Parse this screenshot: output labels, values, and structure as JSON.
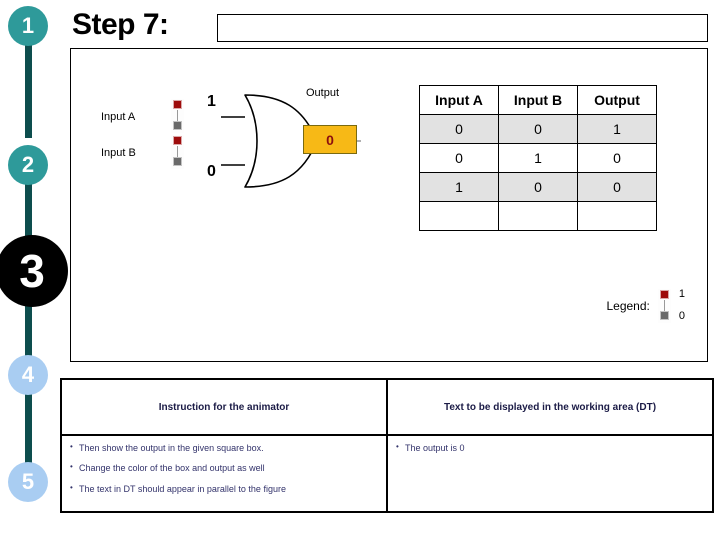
{
  "header": {
    "step_title": "Step 7:",
    "title_entry_value": ""
  },
  "step_rail": {
    "items": [
      {
        "label": "1",
        "state": "done",
        "color": "#2e9a9a"
      },
      {
        "label": "2",
        "state": "done",
        "color": "#2e9a9a"
      },
      {
        "label": "3",
        "state": "current",
        "color": "#000000"
      },
      {
        "label": "4",
        "state": "pending",
        "color": "#a9cdf2"
      },
      {
        "label": "5",
        "state": "pending",
        "color": "#a9cdf2"
      }
    ],
    "line_color": "#0d4d4d"
  },
  "circuit": {
    "gate_type": "NOR",
    "input_a_label": "Input A",
    "input_b_label": "Input B",
    "input_a_value": "1",
    "input_b_value": "0",
    "output_label": "Output",
    "output_value": "0",
    "output_box_color": "#f7b916",
    "output_text_color": "#8b0f0f",
    "switch_icon_name": "switch-icon"
  },
  "truth_table": {
    "headers": [
      "Input A",
      "Input B",
      "Output"
    ],
    "rows": [
      {
        "cells": [
          "0",
          "0",
          "1"
        ],
        "shaded": true
      },
      {
        "cells": [
          "0",
          "1",
          "0"
        ],
        "shaded": false
      },
      {
        "cells": [
          "1",
          "0",
          "0"
        ],
        "shaded": true
      },
      {
        "cells": [
          "",
          "",
          ""
        ],
        "shaded": false
      }
    ]
  },
  "legend": {
    "label": "Legend:",
    "on_value": "1",
    "off_value": "0",
    "on_color": "#9e0c0c",
    "off_color": "#6a6a6a"
  },
  "instructions": {
    "col1_header": "Instruction for the animator",
    "col2_header": "Text to be displayed in the working area (DT)",
    "col1_items": [
      "Then show the output in the given square box.",
      "Change the color of the box and output as well",
      "The text in DT should appear  in parallel to the figure"
    ],
    "col2_items": [
      "The output is 0"
    ]
  }
}
